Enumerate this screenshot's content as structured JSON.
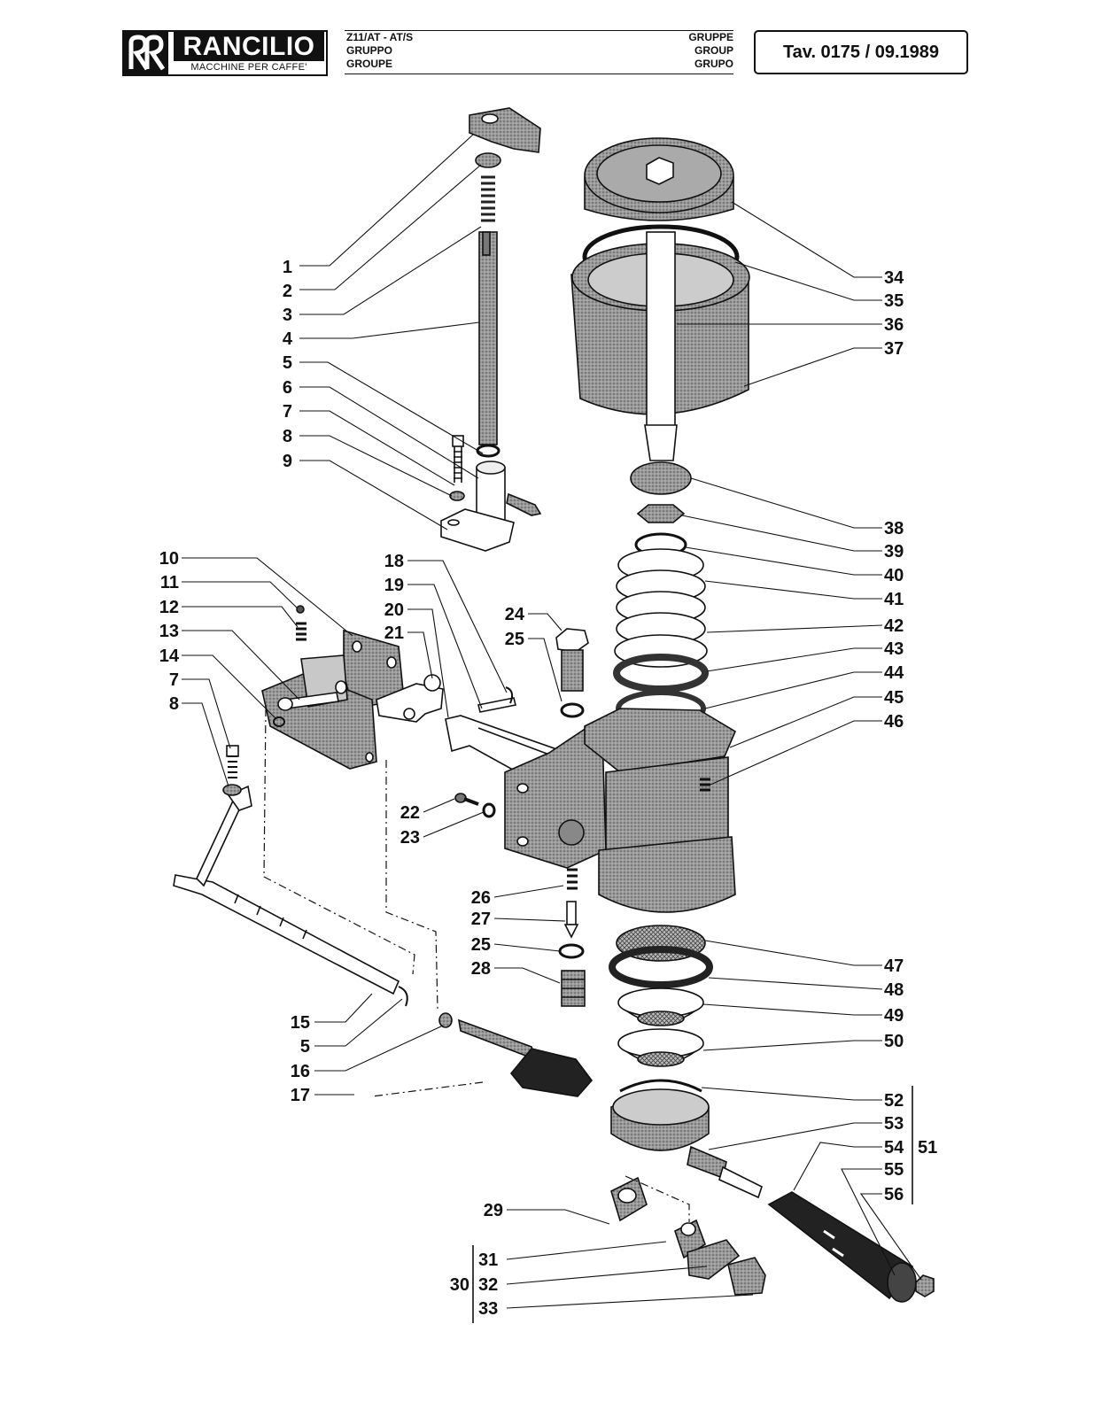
{
  "header": {
    "logo_word": "RANCILIO",
    "logo_tagline": "MACCHINE PER CAFFE'",
    "model": "Z11/AT - AT/S",
    "group_it": "GRUPPO",
    "group_fr": "GROUPE",
    "group_de": "GRUPPE",
    "group_en": "GROUP",
    "group_es": "GRUPO",
    "plate": "Tav. 0175 / 09.1989"
  },
  "callouts": {
    "c1": "1",
    "c2": "2",
    "c3": "3",
    "c4": "4",
    "c5": "5",
    "c6": "6",
    "c7": "7",
    "c8": "8",
    "c9": "9",
    "c10": "10",
    "c11": "11",
    "c12": "12",
    "c13": "13",
    "c14": "14",
    "c7b": "7",
    "c8b": "8",
    "c15": "15",
    "c5b": "5",
    "c16": "16",
    "c17": "17",
    "c18": "18",
    "c19": "19",
    "c20": "20",
    "c21": "21",
    "c22": "22",
    "c23": "23",
    "c24": "24",
    "c25": "25",
    "c26": "26",
    "c27": "27",
    "c25b": "25",
    "c28": "28",
    "c29": "29",
    "c30": "30",
    "c31": "31",
    "c32": "32",
    "c33": "33",
    "c34": "34",
    "c35": "35",
    "c36": "36",
    "c37": "37",
    "c38": "38",
    "c39": "39",
    "c40": "40",
    "c41": "41",
    "c42": "42",
    "c43": "43",
    "c44": "44",
    "c45": "45",
    "c46": "46",
    "c47": "47",
    "c48": "48",
    "c49": "49",
    "c50": "50",
    "c51": "51",
    "c52": "52",
    "c53": "53",
    "c54": "54",
    "c55": "55",
    "c56": "56"
  }
}
